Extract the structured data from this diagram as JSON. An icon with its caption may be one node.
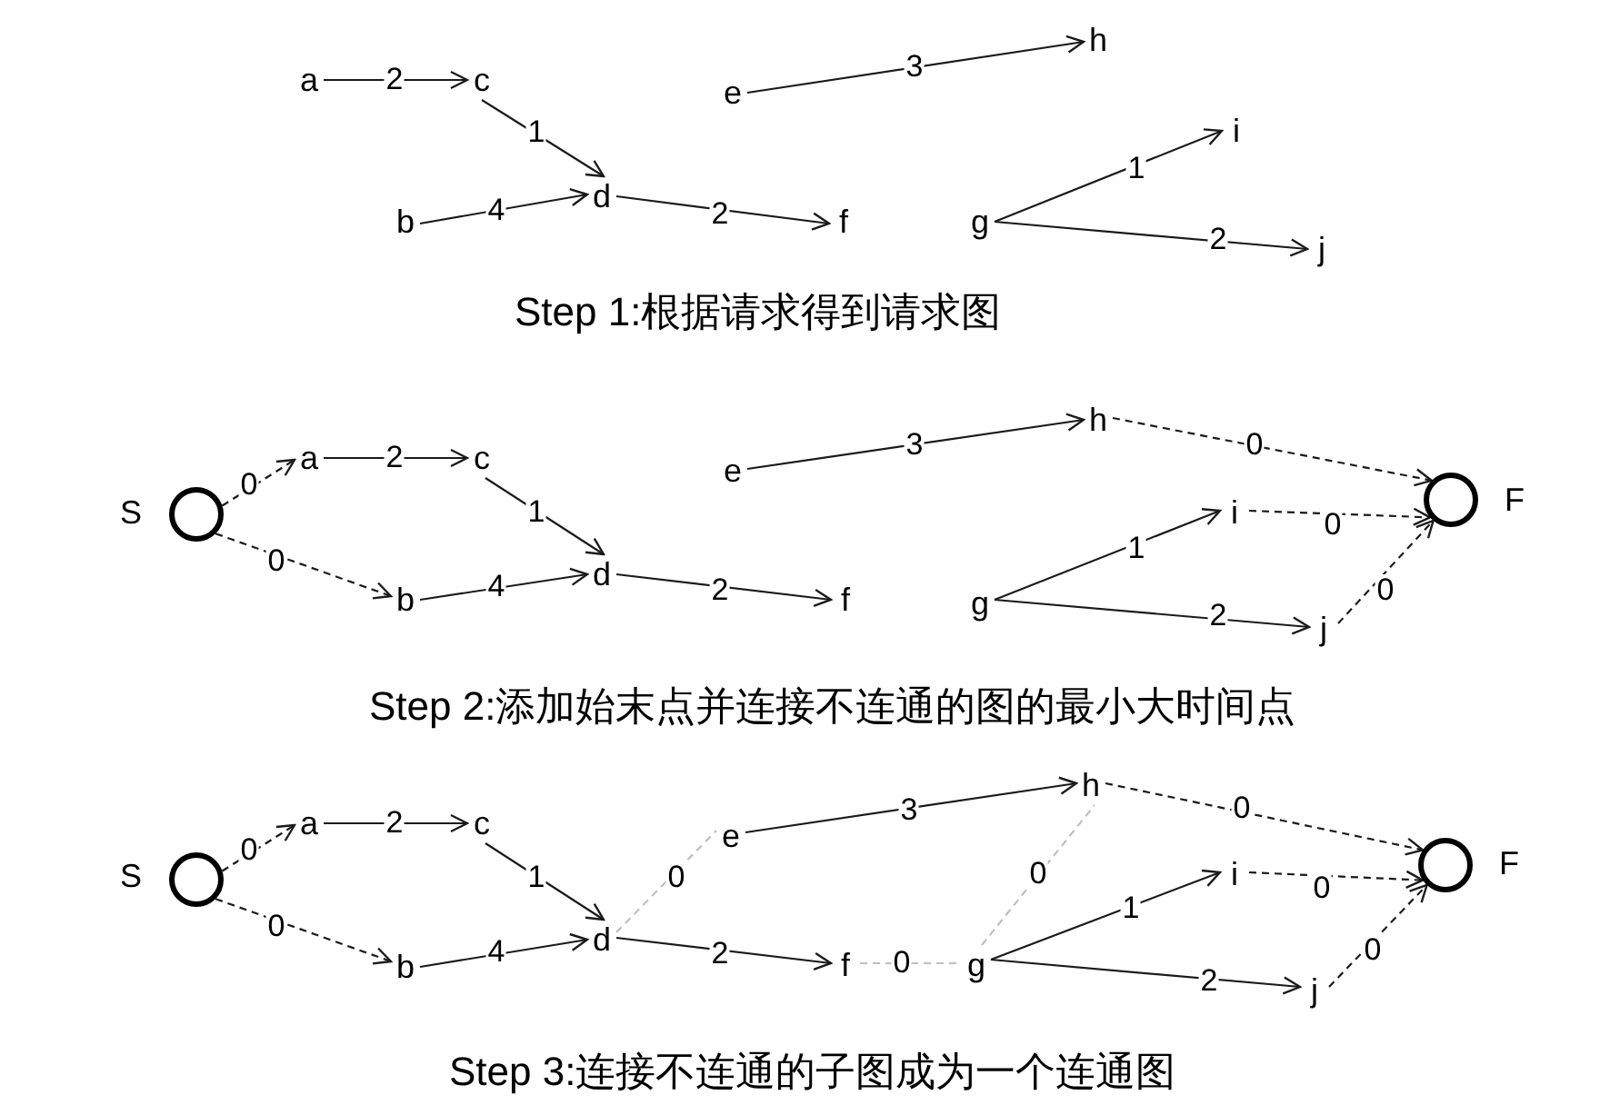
{
  "diagram": {
    "nodes": [
      {
        "text": [
          "a"
        ]
      },
      {
        "text": [
          "c"
        ]
      },
      {
        "text": [
          "e"
        ]
      },
      {
        "text": [
          "h"
        ]
      },
      {
        "text": [
          "b"
        ]
      },
      {
        "text": [
          "d"
        ]
      },
      {
        "text": [
          "f"
        ]
      },
      {
        "text": [
          "g"
        ]
      },
      {
        "text": [
          "i"
        ]
      },
      {
        "text": [
          "j"
        ]
      },
      {
        "text": [],
        "shape": "circle",
        "beside": [
          "S"
        ]
      },
      {
        "text": [
          "a"
        ]
      },
      {
        "text": [
          "c"
        ]
      },
      {
        "text": [
          "e"
        ]
      },
      {
        "text": [
          "h"
        ]
      },
      {
        "text": [],
        "shape": "circle",
        "beside": [
          "F"
        ]
      },
      {
        "text": [
          "b"
        ]
      },
      {
        "text": [
          "d"
        ]
      },
      {
        "text": [
          "f"
        ]
      },
      {
        "text": [
          "g"
        ]
      },
      {
        "text": [
          "i"
        ]
      },
      {
        "text": [
          "j"
        ]
      },
      {
        "text": [],
        "shape": "circle",
        "beside": [
          "S"
        ]
      },
      {
        "text": [
          "a"
        ]
      },
      {
        "text": [
          "c"
        ]
      },
      {
        "text": [
          "e"
        ]
      },
      {
        "text": [
          "h"
        ]
      },
      {
        "text": [],
        "shape": "circle",
        "beside": [
          "F"
        ]
      },
      {
        "text": [
          "b"
        ]
      },
      {
        "text": [
          "d"
        ]
      },
      {
        "text": [
          "f"
        ]
      },
      {
        "text": [
          "g"
        ]
      },
      {
        "text": [
          "i"
        ]
      },
      {
        "text": [
          "j"
        ]
      }
    ],
    "edges": [
      {
        "from": 0,
        "to": 1,
        "arrow": "to",
        "label": "2"
      },
      {
        "from": 1,
        "to": 5,
        "arrow": "to",
        "label": "1"
      },
      {
        "from": 4,
        "to": 5,
        "arrow": "to",
        "label": "4"
      },
      {
        "from": 5,
        "to": 6,
        "arrow": "to",
        "label": "2"
      },
      {
        "from": 2,
        "to": 3,
        "arrow": "to",
        "label": "3"
      },
      {
        "from": 7,
        "to": 8,
        "arrow": "to",
        "label": "1"
      },
      {
        "from": 7,
        "to": 9,
        "arrow": "to",
        "label": "2"
      },
      {
        "from": 10,
        "to": 11,
        "arrow": "to",
        "label": "0",
        "style": "dashed"
      },
      {
        "from": 10,
        "to": 16,
        "arrow": "to",
        "label": "0",
        "style": "dashed"
      },
      {
        "from": 11,
        "to": 12,
        "arrow": "to",
        "label": "2"
      },
      {
        "from": 12,
        "to": 17,
        "arrow": "to",
        "label": "1"
      },
      {
        "from": 16,
        "to": 17,
        "arrow": "to",
        "label": "4"
      },
      {
        "from": 17,
        "to": 18,
        "arrow": "to",
        "label": "2"
      },
      {
        "from": 13,
        "to": 14,
        "arrow": "to",
        "label": "3"
      },
      {
        "from": 14,
        "to": 15,
        "arrow": "to",
        "label": "0",
        "style": "dashed"
      },
      {
        "from": 19,
        "to": 20,
        "arrow": "to",
        "label": "1"
      },
      {
        "from": 20,
        "to": 15,
        "arrow": "to",
        "label": "0",
        "style": "dashed"
      },
      {
        "from": 19,
        "to": 21,
        "arrow": "to",
        "label": "2"
      },
      {
        "from": 21,
        "to": 15,
        "arrow": "to",
        "label": "0",
        "style": "dashed"
      },
      {
        "from": 22,
        "to": 23,
        "arrow": "to",
        "label": "0",
        "style": "dashed"
      },
      {
        "from": 22,
        "to": 28,
        "arrow": "to",
        "label": "0",
        "style": "dashed"
      },
      {
        "from": 23,
        "to": 24,
        "arrow": "to",
        "label": "2"
      },
      {
        "from": 24,
        "to": 29,
        "arrow": "to",
        "label": "1"
      },
      {
        "from": 28,
        "to": 29,
        "arrow": "to",
        "label": "4"
      },
      {
        "from": 29,
        "to": 25,
        "arrow": "none",
        "label": "0",
        "style": "dashed",
        "color": "#bfbfbf"
      },
      {
        "from": 29,
        "to": 30,
        "arrow": "to",
        "label": "2"
      },
      {
        "from": 25,
        "to": 26,
        "arrow": "to",
        "label": "3"
      },
      {
        "from": 26,
        "to": 27,
        "arrow": "to",
        "label": "0",
        "style": "dashed"
      },
      {
        "from": 30,
        "to": 31,
        "arrow": "none",
        "label": "0",
        "style": "dashed",
        "color": "#bfbfbf"
      },
      {
        "from": 31,
        "to": 26,
        "arrow": "none",
        "label": "0",
        "style": "dashed",
        "color": "#bfbfbf"
      },
      {
        "from": 31,
        "to": 32,
        "arrow": "to",
        "label": "1"
      },
      {
        "from": 32,
        "to": 27,
        "arrow": "to",
        "label": "0",
        "style": "dashed"
      },
      {
        "from": 31,
        "to": 33,
        "arrow": "to",
        "label": "2"
      },
      {
        "from": 33,
        "to": 27,
        "arrow": "to",
        "label": "0",
        "style": "dashed"
      }
    ],
    "labels": [
      "Step 1:根据请求得到请求图",
      "Step 2:添加始末点并连接不连通的图的最小大时间点",
      "Step 3:连接不连通的子图成为一个连通图"
    ]
  }
}
